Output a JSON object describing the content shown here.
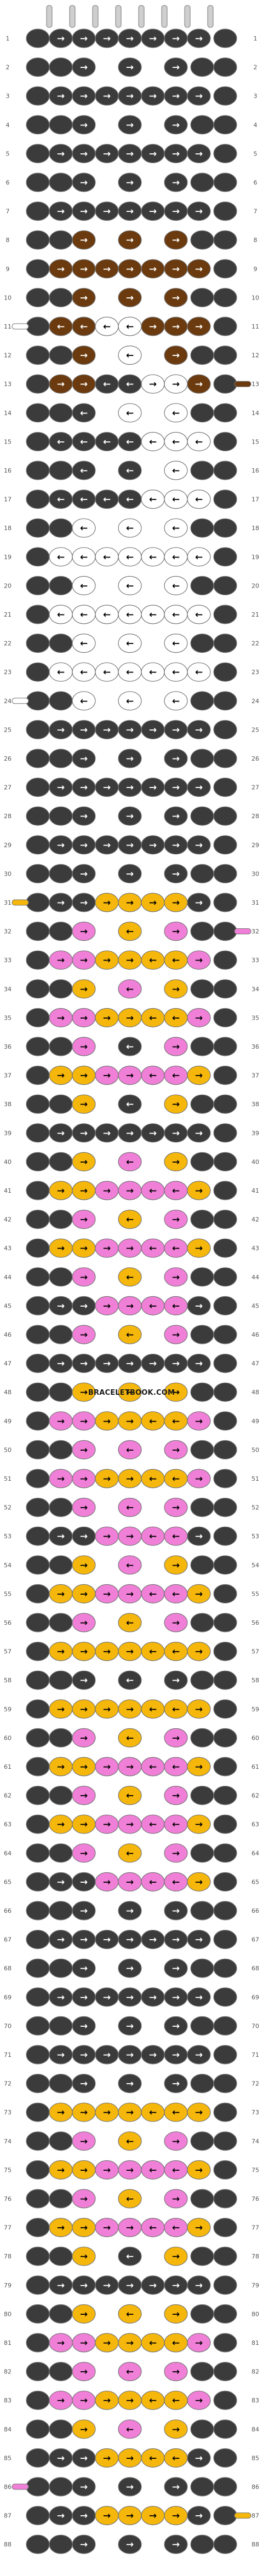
{
  "watermark": "BRACELETBOOK.COM",
  "colors": {
    "dark": "#3b3b3b",
    "white": "#ffffff",
    "brown": "#6b3a0e",
    "pink": "#f07fd8",
    "orange": "#f5b70b",
    "outline": "#777777",
    "arrow_on_dark": "#ffffff",
    "arrow_on_light": "#000000"
  },
  "strand_colors": [
    "dark",
    "dark",
    "dark",
    "dark",
    "dark",
    "dark",
    "dark",
    "dark"
  ],
  "icons": {
    "knot_arrow": "arrow-icon",
    "edge_thread": "thread-end-icon"
  },
  "pattern": {
    "total_rows": 88,
    "rows": [
      {
        "n": 1,
        "knots": [
          "D",
          "D",
          "D",
          "D"
        ],
        "dirs": [
          "R",
          "R",
          "R",
          "R"
        ]
      },
      {
        "n": 2,
        "knots": [
          "D",
          "D",
          "D"
        ],
        "dirs": [
          "R",
          "R",
          "R"
        ]
      },
      {
        "n": 3,
        "knots": [
          "D",
          "D",
          "D",
          "D"
        ],
        "dirs": [
          "R",
          "R",
          "R",
          "R"
        ]
      },
      {
        "n": 4,
        "knots": [
          "D",
          "D",
          "D"
        ],
        "dirs": [
          "R",
          "R",
          "R"
        ]
      },
      {
        "n": 5,
        "knots": [
          "D",
          "D",
          "D",
          "D"
        ],
        "dirs": [
          "R",
          "R",
          "R",
          "R"
        ]
      },
      {
        "n": 6,
        "knots": [
          "D",
          "D",
          "D"
        ],
        "dirs": [
          "R",
          "R",
          "R"
        ]
      },
      {
        "n": 7,
        "knots": [
          "D",
          "D",
          "D",
          "D"
        ],
        "dirs": [
          "R",
          "R",
          "R",
          "R"
        ]
      },
      {
        "n": 8,
        "knots": [
          "B",
          "B",
          "B"
        ],
        "dirs": [
          "R",
          "R",
          "R"
        ]
      },
      {
        "n": 9,
        "knots": [
          "B",
          "B",
          "B",
          "B"
        ],
        "dirs": [
          "R",
          "R",
          "R",
          "R"
        ]
      },
      {
        "n": 10,
        "knots": [
          "B",
          "B",
          "B"
        ],
        "dirs": [
          "R",
          "R",
          "R"
        ]
      },
      {
        "n": 11,
        "knots": [
          "B",
          "W",
          "B",
          "B"
        ],
        "dirs": [
          "L",
          "L",
          "R",
          "R"
        ]
      },
      {
        "n": 12,
        "knots": [
          "B",
          "W",
          "B"
        ],
        "dirs": [
          "R",
          "L",
          "R"
        ]
      },
      {
        "n": 13,
        "knots": [
          "B",
          "D",
          "W",
          "B"
        ],
        "dirs": [
          "R",
          "L",
          "R",
          "R"
        ]
      },
      {
        "n": 14,
        "knots": [
          "D",
          "W",
          "W"
        ],
        "dirs": [
          "L",
          "L",
          "L"
        ]
      },
      {
        "n": 15,
        "knots": [
          "D",
          "D",
          "W",
          "W"
        ],
        "dirs": [
          "L",
          "L",
          "L",
          "L"
        ]
      },
      {
        "n": 16,
        "knots": [
          "D",
          "D",
          "W"
        ],
        "dirs": [
          "L",
          "L",
          "L"
        ]
      },
      {
        "n": 17,
        "knots": [
          "D",
          "D",
          "W",
          "W"
        ],
        "dirs": [
          "L",
          "L",
          "L",
          "L"
        ]
      },
      {
        "n": 18,
        "knots": [
          "W",
          "W",
          "W"
        ],
        "dirs": [
          "L",
          "L",
          "L"
        ]
      },
      {
        "n": 19,
        "knots": [
          "W",
          "W",
          "W",
          "W"
        ],
        "dirs": [
          "L",
          "L",
          "L",
          "L"
        ]
      },
      {
        "n": 20,
        "knots": [
          "W",
          "W",
          "W"
        ],
        "dirs": [
          "L",
          "L",
          "L"
        ]
      },
      {
        "n": 21,
        "knots": [
          "W",
          "W",
          "W",
          "W"
        ],
        "dirs": [
          "L",
          "L",
          "L",
          "L"
        ]
      },
      {
        "n": 22,
        "knots": [
          "W",
          "W",
          "W"
        ],
        "dirs": [
          "L",
          "L",
          "L"
        ]
      },
      {
        "n": 23,
        "knots": [
          "W",
          "W",
          "W",
          "W"
        ],
        "dirs": [
          "L",
          "L",
          "L",
          "L"
        ]
      },
      {
        "n": 24,
        "knots": [
          "W",
          "W",
          "W"
        ],
        "dirs": [
          "L",
          "L",
          "L"
        ]
      },
      {
        "n": 25,
        "knots": [
          "D",
          "D",
          "D",
          "D"
        ],
        "dirs": [
          "R",
          "R",
          "R",
          "R"
        ]
      },
      {
        "n": 26,
        "knots": [
          "D",
          "D",
          "D"
        ],
        "dirs": [
          "R",
          "R",
          "R"
        ]
      },
      {
        "n": 27,
        "knots": [
          "D",
          "D",
          "D",
          "D"
        ],
        "dirs": [
          "R",
          "R",
          "R",
          "R"
        ]
      },
      {
        "n": 28,
        "knots": [
          "D",
          "D",
          "D"
        ],
        "dirs": [
          "R",
          "R",
          "R"
        ]
      },
      {
        "n": 29,
        "knots": [
          "D",
          "D",
          "D",
          "D"
        ],
        "dirs": [
          "R",
          "R",
          "R",
          "R"
        ]
      },
      {
        "n": 30,
        "knots": [
          "D",
          "D",
          "D"
        ],
        "dirs": [
          "R",
          "R",
          "R"
        ]
      },
      {
        "n": 31,
        "knots": [
          "D",
          "O",
          "O",
          "D"
        ],
        "dirs": [
          "R",
          "R",
          "R",
          "R"
        ]
      },
      {
        "n": 32,
        "knots": [
          "P",
          "O",
          "P"
        ],
        "dirs": [
          "R",
          "L",
          "R"
        ]
      },
      {
        "n": 33,
        "knots": [
          "P",
          "O",
          "O",
          "P"
        ],
        "dirs": [
          "R",
          "R",
          "L",
          "R"
        ]
      },
      {
        "n": 34,
        "knots": [
          "O",
          "P",
          "O"
        ],
        "dirs": [
          "R",
          "L",
          "R"
        ]
      },
      {
        "n": 35,
        "knots": [
          "P",
          "O",
          "O",
          "P"
        ],
        "dirs": [
          "R",
          "R",
          "L",
          "R"
        ]
      },
      {
        "n": 36,
        "knots": [
          "P",
          "D",
          "P"
        ],
        "dirs": [
          "R",
          "L",
          "R"
        ]
      },
      {
        "n": 37,
        "knots": [
          "O",
          "P",
          "P",
          "O"
        ],
        "dirs": [
          "R",
          "R",
          "L",
          "R"
        ]
      },
      {
        "n": 38,
        "knots": [
          "O",
          "D",
          "O"
        ],
        "dirs": [
          "R",
          "L",
          "R"
        ]
      },
      {
        "n": 39,
        "knots": [
          "D",
          "D",
          "D",
          "D"
        ],
        "dirs": [
          "R",
          "R",
          "R",
          "R"
        ]
      },
      {
        "n": 40,
        "knots": [
          "O",
          "P",
          "O"
        ],
        "dirs": [
          "R",
          "L",
          "R"
        ]
      },
      {
        "n": 41,
        "knots": [
          "O",
          "P",
          "P",
          "O"
        ],
        "dirs": [
          "R",
          "R",
          "L",
          "R"
        ]
      },
      {
        "n": 42,
        "knots": [
          "P",
          "O",
          "P"
        ],
        "dirs": [
          "R",
          "L",
          "R"
        ]
      },
      {
        "n": 43,
        "knots": [
          "O",
          "P",
          "P",
          "O"
        ],
        "dirs": [
          "R",
          "R",
          "L",
          "R"
        ]
      },
      {
        "n": 44,
        "knots": [
          "P",
          "O",
          "P"
        ],
        "dirs": [
          "R",
          "L",
          "R"
        ]
      },
      {
        "n": 45,
        "knots": [
          "D",
          "P",
          "P",
          "D"
        ],
        "dirs": [
          "R",
          "R",
          "L",
          "R"
        ]
      },
      {
        "n": 46,
        "knots": [
          "P",
          "O",
          "P"
        ],
        "dirs": [
          "R",
          "L",
          "R"
        ]
      },
      {
        "n": 47,
        "knots": [
          "D",
          "D",
          "D",
          "D"
        ],
        "dirs": [
          "R",
          "R",
          "R",
          "R"
        ]
      },
      {
        "n": 48,
        "knots": [
          "O",
          "O",
          "O"
        ],
        "dirs": [
          "R",
          "L",
          "R"
        ]
      },
      {
        "n": 49,
        "knots": [
          "P",
          "O",
          "O",
          "P"
        ],
        "dirs": [
          "R",
          "R",
          "L",
          "R"
        ]
      },
      {
        "n": 50,
        "knots": [
          "P",
          "P",
          "P"
        ],
        "dirs": [
          "R",
          "L",
          "R"
        ]
      },
      {
        "n": 51,
        "knots": [
          "P",
          "O",
          "O",
          "P"
        ],
        "dirs": [
          "R",
          "R",
          "L",
          "R"
        ]
      },
      {
        "n": 52,
        "knots": [
          "P",
          "P",
          "P"
        ],
        "dirs": [
          "R",
          "L",
          "R"
        ]
      },
      {
        "n": 53,
        "knots": [
          "D",
          "P",
          "P",
          "D"
        ],
        "dirs": [
          "R",
          "R",
          "L",
          "R"
        ]
      },
      {
        "n": 54,
        "knots": [
          "O",
          "P",
          "O"
        ],
        "dirs": [
          "R",
          "L",
          "R"
        ]
      },
      {
        "n": 55,
        "knots": [
          "O",
          "P",
          "P",
          "O"
        ],
        "dirs": [
          "R",
          "R",
          "L",
          "R"
        ]
      },
      {
        "n": 56,
        "knots": [
          "P",
          "O",
          "P"
        ],
        "dirs": [
          "R",
          "L",
          "R"
        ]
      },
      {
        "n": 57,
        "knots": [
          "O",
          "O",
          "O",
          "O"
        ],
        "dirs": [
          "R",
          "R",
          "L",
          "R"
        ]
      },
      {
        "n": 58,
        "knots": [
          "D",
          "D",
          "D"
        ],
        "dirs": [
          "R",
          "L",
          "R"
        ]
      },
      {
        "n": 59,
        "knots": [
          "O",
          "O",
          "O",
          "O"
        ],
        "dirs": [
          "R",
          "R",
          "L",
          "R"
        ]
      },
      {
        "n": 60,
        "knots": [
          "P",
          "O",
          "P"
        ],
        "dirs": [
          "R",
          "L",
          "R"
        ]
      },
      {
        "n": 61,
        "knots": [
          "O",
          "P",
          "P",
          "O"
        ],
        "dirs": [
          "R",
          "R",
          "L",
          "R"
        ]
      },
      {
        "n": 62,
        "knots": [
          "P",
          "O",
          "P"
        ],
        "dirs": [
          "R",
          "L",
          "R"
        ]
      },
      {
        "n": 63,
        "knots": [
          "O",
          "P",
          "P",
          "O"
        ],
        "dirs": [
          "R",
          "R",
          "L",
          "R"
        ]
      },
      {
        "n": 64,
        "knots": [
          "P",
          "O",
          "P"
        ],
        "dirs": [
          "R",
          "L",
          "R"
        ]
      },
      {
        "n": 65,
        "knots": [
          "D",
          "P",
          "P",
          "O"
        ],
        "dirs": [
          "R",
          "R",
          "L",
          "R"
        ]
      },
      {
        "n": 66,
        "knots": [
          "D",
          "D",
          "D"
        ],
        "dirs": [
          "R",
          "R",
          "R"
        ]
      },
      {
        "n": 67,
        "knots": [
          "D",
          "D",
          "D",
          "D"
        ],
        "dirs": [
          "R",
          "R",
          "R",
          "R"
        ]
      },
      {
        "n": 68,
        "knots": [
          "D",
          "D",
          "D"
        ],
        "dirs": [
          "R",
          "R",
          "R"
        ]
      },
      {
        "n": 69,
        "knots": [
          "D",
          "D",
          "D",
          "D"
        ],
        "dirs": [
          "R",
          "R",
          "R",
          "R"
        ]
      },
      {
        "n": 70,
        "knots": [
          "D",
          "D",
          "D"
        ],
        "dirs": [
          "R",
          "R",
          "R"
        ]
      },
      {
        "n": 71,
        "knots": [
          "D",
          "D",
          "D",
          "D"
        ],
        "dirs": [
          "R",
          "R",
          "R",
          "R"
        ]
      },
      {
        "n": 72,
        "knots": [
          "D",
          "D",
          "D"
        ],
        "dirs": [
          "R",
          "R",
          "R"
        ]
      },
      {
        "n": 73,
        "knots": [
          "O",
          "O",
          "O",
          "O"
        ],
        "dirs": [
          "R",
          "R",
          "L",
          "R"
        ]
      },
      {
        "n": 74,
        "knots": [
          "P",
          "O",
          "P"
        ],
        "dirs": [
          "R",
          "L",
          "R"
        ]
      },
      {
        "n": 75,
        "knots": [
          "O",
          "P",
          "P",
          "O"
        ],
        "dirs": [
          "R",
          "R",
          "L",
          "R"
        ]
      },
      {
        "n": 76,
        "knots": [
          "P",
          "O",
          "P"
        ],
        "dirs": [
          "R",
          "L",
          "R"
        ]
      },
      {
        "n": 77,
        "knots": [
          "O",
          "P",
          "P",
          "O"
        ],
        "dirs": [
          "R",
          "R",
          "L",
          "R"
        ]
      },
      {
        "n": 78,
        "knots": [
          "O",
          "D",
          "O"
        ],
        "dirs": [
          "R",
          "L",
          "R"
        ]
      },
      {
        "n": 79,
        "knots": [
          "D",
          "D",
          "D",
          "D"
        ],
        "dirs": [
          "R",
          "R",
          "R",
          "R"
        ]
      },
      {
        "n": 80,
        "knots": [
          "O",
          "O",
          "O"
        ],
        "dirs": [
          "R",
          "L",
          "R"
        ]
      },
      {
        "n": 81,
        "knots": [
          "P",
          "O",
          "O",
          "P"
        ],
        "dirs": [
          "R",
          "R",
          "L",
          "R"
        ]
      },
      {
        "n": 82,
        "knots": [
          "P",
          "P",
          "P"
        ],
        "dirs": [
          "R",
          "L",
          "R"
        ]
      },
      {
        "n": 83,
        "knots": [
          "P",
          "O",
          "O",
          "P"
        ],
        "dirs": [
          "R",
          "R",
          "L",
          "R"
        ]
      },
      {
        "n": 84,
        "knots": [
          "O",
          "P",
          "O"
        ],
        "dirs": [
          "R",
          "L",
          "R"
        ]
      },
      {
        "n": 85,
        "knots": [
          "D",
          "O",
          "O",
          "D"
        ],
        "dirs": [
          "R",
          "R",
          "L",
          "R"
        ]
      },
      {
        "n": 86,
        "knots": [
          "D",
          "D",
          "D"
        ],
        "dirs": [
          "R",
          "R",
          "R"
        ]
      },
      {
        "n": 87,
        "knots": [
          "D",
          "O",
          "O",
          "D"
        ],
        "dirs": [
          "R",
          "R",
          "R",
          "R"
        ]
      },
      {
        "n": 88,
        "knots": [
          "D",
          "D",
          "D"
        ],
        "dirs": [
          "R",
          "R",
          "R"
        ]
      }
    ]
  }
}
